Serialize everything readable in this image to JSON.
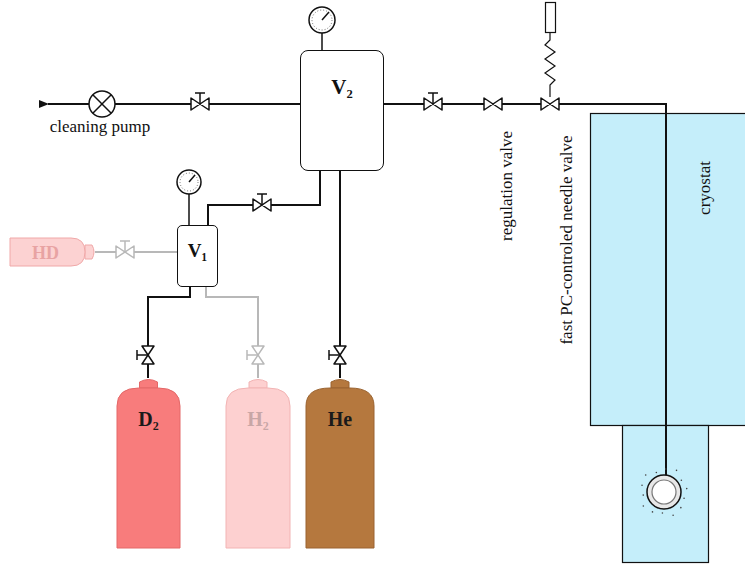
{
  "diagram": {
    "nodes": [
      {
        "text": [
          "V₂"
        ]
      },
      {
        "text": [
          "V₁"
        ]
      },
      {
        "text": [
          "HD"
        ]
      },
      {
        "text": [
          "D₂"
        ]
      },
      {
        "text": [
          "H₂"
        ]
      },
      {
        "text": [
          "He"
        ]
      },
      {
        "text": [
          "cryostat"
        ]
      }
    ],
    "edges": [
      {
        "from": 1,
        "to": 0,
        "arrow": "none"
      },
      {
        "from": 2,
        "to": 1,
        "arrow": "none"
      },
      {
        "from": 3,
        "to": 1,
        "arrow": "none"
      },
      {
        "from": 4,
        "to": 1,
        "arrow": "none"
      },
      {
        "from": 5,
        "to": 0,
        "arrow": "none"
      },
      {
        "from": 0,
        "to": 6,
        "arrow": "none"
      }
    ],
    "labels": [
      "cleaning pump",
      "regulation valve",
      "fast PC-controled needle valve"
    ]
  }
}
